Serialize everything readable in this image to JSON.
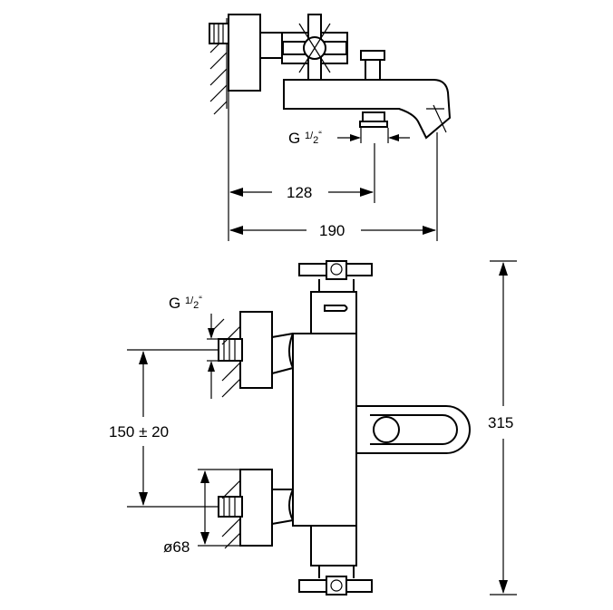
{
  "dimensions": {
    "spout_depth": "128",
    "total_depth": "190",
    "height": "315",
    "inlet_spacing": "150 ± 20",
    "diameter": "ø68"
  },
  "threads": {
    "top_view": {
      "prefix": "G ",
      "num": "1",
      "den": "2",
      "mark": "“"
    },
    "front_view": {
      "prefix": "G ",
      "num": "1",
      "den": "2",
      "mark": "“"
    }
  }
}
